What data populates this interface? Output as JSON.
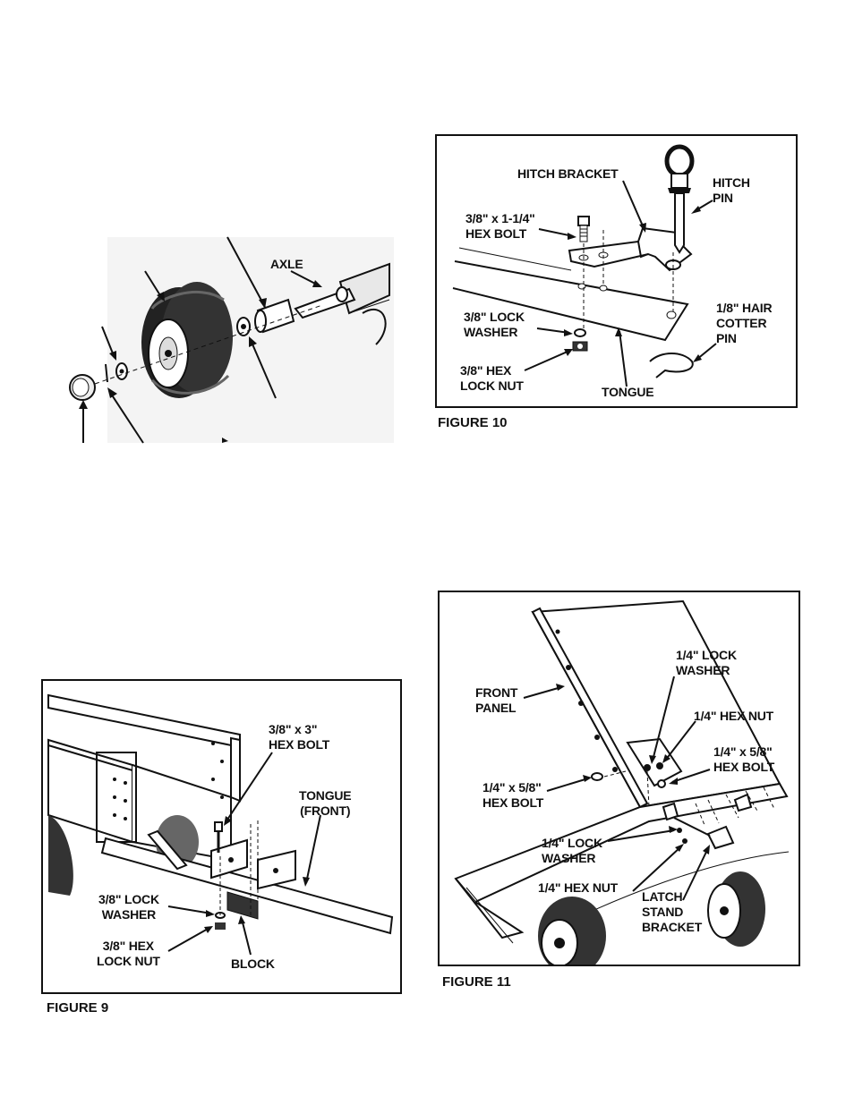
{
  "figure_wheel": {
    "axle_label": "AXLE"
  },
  "figure9": {
    "caption": "FIGURE 9",
    "labels": {
      "bolt": [
        "3/8\" x 3\"",
        "HEX BOLT"
      ],
      "tongue": [
        "TONGUE",
        "(FRONT)"
      ],
      "washer": [
        "3/8\" LOCK",
        "WASHER"
      ],
      "nut": [
        "3/8\" HEX",
        "LOCK NUT"
      ],
      "block": "BLOCK"
    }
  },
  "figure10": {
    "caption": "FIGURE 10",
    "labels": {
      "hitch_bracket": "HITCH BRACKET",
      "hitch_pin": [
        "HITCH",
        "PIN"
      ],
      "bolt": [
        "3/8\" x 1-1/4\"",
        "HEX BOLT"
      ],
      "washer": [
        "3/8\" LOCK",
        "WASHER"
      ],
      "nut": [
        "3/8\" HEX",
        "LOCK NUT"
      ],
      "tongue": "TONGUE",
      "cotter": [
        "1/8\" HAIR",
        "COTTER",
        "PIN"
      ]
    }
  },
  "figure11": {
    "caption": "FIGURE 11",
    "labels": {
      "front_panel": [
        "FRONT",
        "PANEL"
      ],
      "lock_washer_top": [
        "1/4\" LOCK",
        "WASHER"
      ],
      "hex_nut_top": "1/4\" HEX NUT",
      "hex_bolt_right": [
        "1/4\" x 5/8\"",
        "HEX BOLT"
      ],
      "hex_bolt_left": [
        "1/4\" x 5/8\"",
        "HEX BOLT"
      ],
      "lock_washer_bottom": [
        "1/4\" LOCK",
        "WASHER"
      ],
      "hex_nut_bottom": "1/4\" HEX NUT",
      "latch": [
        "LATCH",
        "STAND",
        "BRACKET"
      ]
    }
  }
}
